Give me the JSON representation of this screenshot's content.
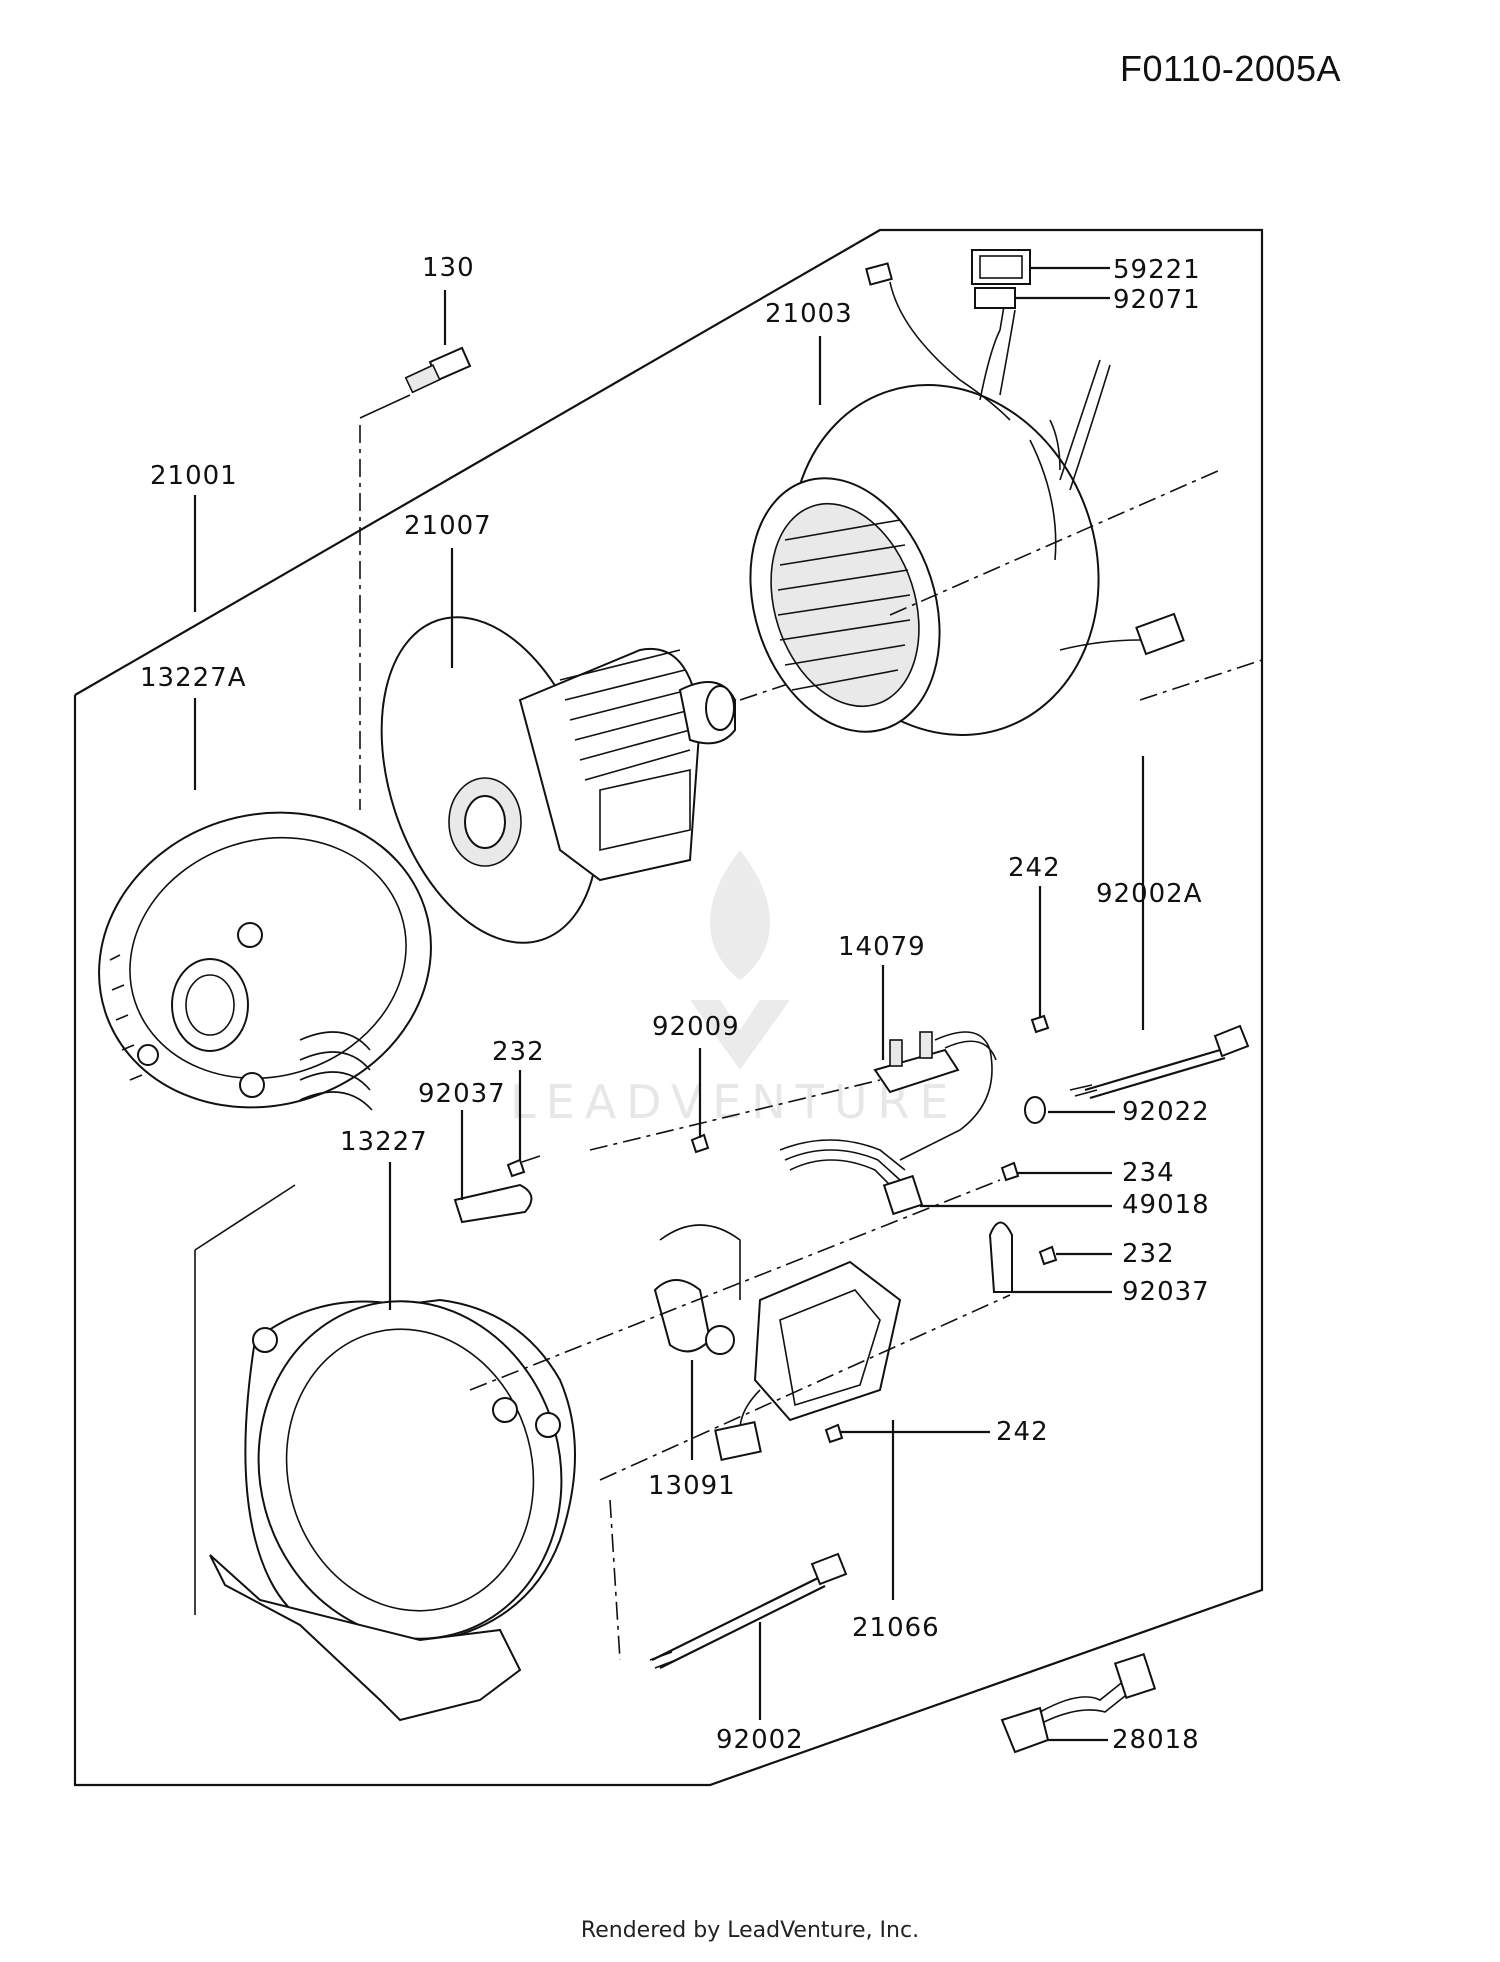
{
  "document_id": "F0110-2005A",
  "footer": "Rendered by LeadVenture, Inc.",
  "watermark": "LEADVENTURE",
  "callouts": {
    "c130": "130",
    "c21001": "21001",
    "c21007": "21007",
    "c21003": "21003",
    "c59221": "59221",
    "c92071": "92071",
    "c13227A": "13227A",
    "c242a": "242",
    "c92002A": "92002A",
    "c14079": "14079",
    "c92009": "92009",
    "c232a": "232",
    "c92037a": "92037",
    "c92022": "92022",
    "c13227": "13227",
    "c234": "234",
    "c49018": "49018",
    "c232b": "232",
    "c92037b": "92037",
    "c242b": "242",
    "c13091": "13091",
    "c21066": "21066",
    "c92002": "92002",
    "c28018": "28018"
  }
}
